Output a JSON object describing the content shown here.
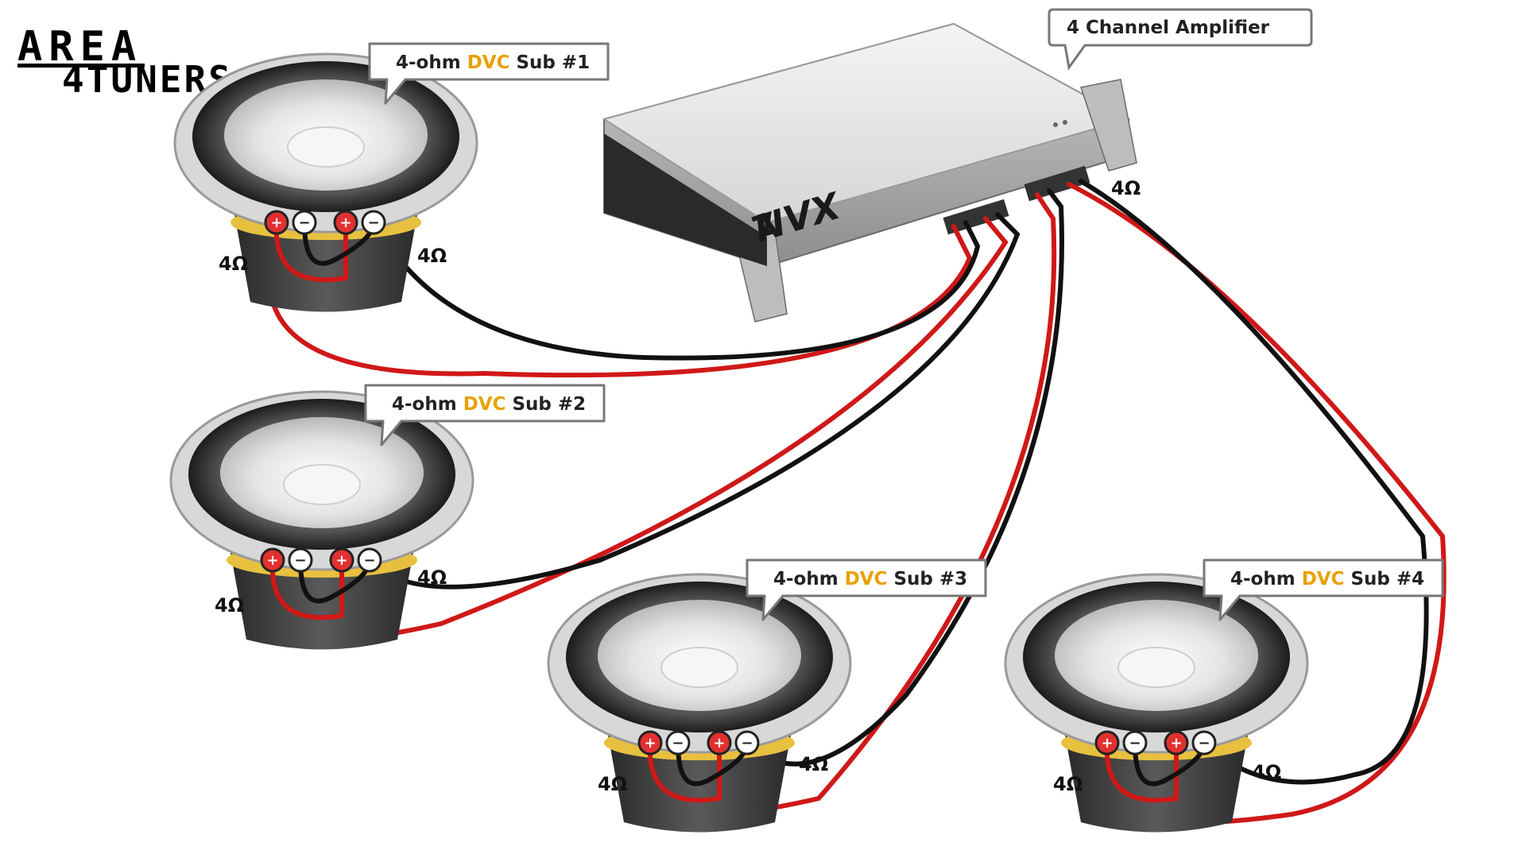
{
  "logo": {
    "line1": "AREA",
    "line2": "4TUNERS"
  },
  "amplifier": {
    "callout": "4 Channel Amplifier",
    "brand": "NVX",
    "load_label": "4Ω"
  },
  "colors": {
    "positive_wire": "#d01818",
    "negative_wire": "#111111",
    "accent": "#e8a000"
  },
  "subwoofers": [
    {
      "prefix": "4-ohm ",
      "highlight": "DVC",
      "suffix": " Sub #1",
      "left_ohm": "4Ω",
      "right_ohm": "4Ω"
    },
    {
      "prefix": "4-ohm ",
      "highlight": "DVC",
      "suffix": " Sub #2",
      "left_ohm": "4Ω",
      "right_ohm": "4Ω"
    },
    {
      "prefix": "4-ohm ",
      "highlight": "DVC",
      "suffix": " Sub #3",
      "left_ohm": "4Ω",
      "right_ohm": "4Ω"
    },
    {
      "prefix": "4-ohm ",
      "highlight": "DVC",
      "suffix": " Sub #4",
      "left_ohm": "4Ω",
      "right_ohm": "4Ω"
    }
  ]
}
